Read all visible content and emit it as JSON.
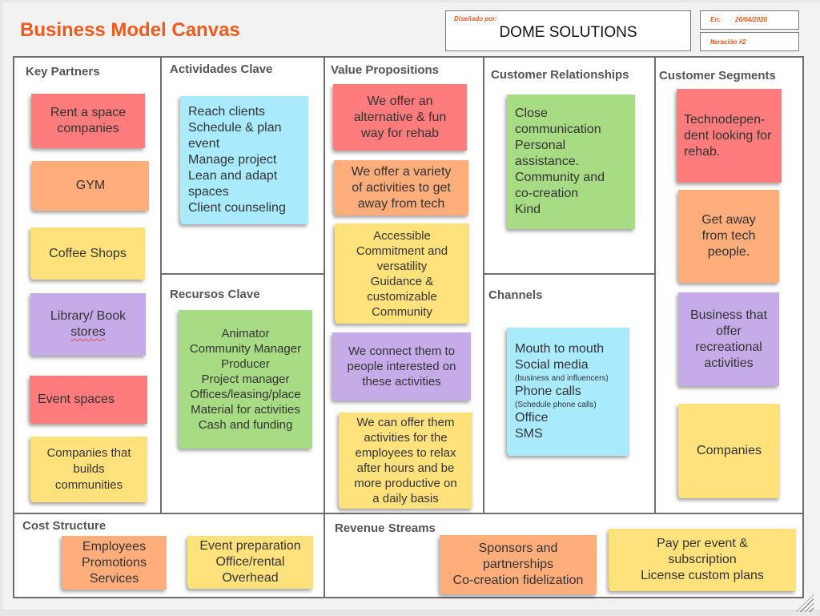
{
  "header": {
    "title": "Business Model Canvas",
    "designed_by_label": "Diseñado por:",
    "designed_by_value": "DOME SOLUTIONS",
    "date_label": "En:",
    "date_value": "26/04/2020",
    "iteration_label": "Iteración #2"
  },
  "colors": {
    "title_accent": "#f05a1e",
    "red_note": "#ff7b7c",
    "orange_note": "#ffae7b",
    "yellow_note": "#ffe27c",
    "purple_note": "#c5abe8",
    "blue_note": "#a9ebfd",
    "green_note": "#a8dc84"
  },
  "sections": {
    "key_partners": {
      "title": "Key Partners",
      "notes": [
        {
          "color": "red",
          "lines": [
            "Rent a space",
            "companies"
          ]
        },
        {
          "color": "orange",
          "lines": [
            "GYM"
          ]
        },
        {
          "color": "yellow",
          "lines": [
            "Coffee Shops"
          ]
        },
        {
          "color": "purple",
          "lines": [
            "Library/ Book",
            "stores"
          ]
        },
        {
          "color": "red",
          "lines": [
            "Event spaces"
          ]
        },
        {
          "color": "yellow",
          "lines": [
            "Companies that",
            "builds",
            "communities"
          ]
        }
      ]
    },
    "key_activities": {
      "title": "Actividades Clave",
      "notes": [
        {
          "color": "blue",
          "lines": [
            "Reach clients",
            "Schedule & plan",
            "event",
            "Manage project",
            "Lean and adapt",
            "spaces",
            "Client counseling"
          ]
        }
      ]
    },
    "key_resources": {
      "title": "Recursos Clave",
      "notes": [
        {
          "color": "green",
          "lines": [
            "Animator",
            "Community Manager",
            "Producer",
            "Project manager",
            "Offices/leasing/place",
            "Material for activities",
            "Cash and funding"
          ]
        }
      ]
    },
    "value_propositions": {
      "title": "Value Propositions",
      "notes": [
        {
          "color": "red",
          "lines": [
            "We offer an",
            "alternative & fun",
            "way for rehab"
          ]
        },
        {
          "color": "orange",
          "lines": [
            "We offer a variety",
            "of activities to get",
            "away from tech"
          ]
        },
        {
          "color": "yellow",
          "lines": [
            "Accessible",
            "Commitment and",
            "versatility",
            "Guidance &",
            "customizable",
            "Community"
          ]
        },
        {
          "color": "purple",
          "lines": [
            "We connect them to",
            "people interested on",
            "these activities"
          ]
        },
        {
          "color": "yellow",
          "lines": [
            "We can offer them",
            "activities for the",
            "employees to relax",
            "after hours and be",
            "more productive on",
            "a daily basis"
          ]
        }
      ]
    },
    "customer_relationships": {
      "title": "Customer Relationships",
      "notes": [
        {
          "color": "green",
          "lines": [
            "Close",
            "communication",
            "Personal",
            "assistance.",
            "Community and",
            "co-creation",
            "Kind"
          ]
        }
      ]
    },
    "channels": {
      "title": "Channels",
      "notes": [
        {
          "color": "blue",
          "lines": [
            "Mouth to mouth",
            "Social media",
            "(business and influencers)",
            "Phone calls",
            "(Schedule phone calls)",
            "Office",
            "SMS"
          ]
        }
      ]
    },
    "customer_segments": {
      "title": "Customer Segments",
      "notes": [
        {
          "color": "red",
          "lines": [
            "Technodepen-",
            "dent looking for",
            "rehab."
          ]
        },
        {
          "color": "orange",
          "lines": [
            "Get away",
            "from tech",
            "people."
          ]
        },
        {
          "color": "purple",
          "lines": [
            "Business that",
            "offer",
            "recreational",
            "activities"
          ]
        },
        {
          "color": "yellow",
          "lines": [
            "Companies"
          ]
        }
      ]
    },
    "cost_structure": {
      "title": "Cost Structure",
      "notes": [
        {
          "color": "orange",
          "lines": [
            "Employees",
            "Promotions",
            "Services"
          ]
        },
        {
          "color": "yellow",
          "lines": [
            "Event preparation",
            "Office/rental",
            "Overhead"
          ]
        }
      ]
    },
    "revenue_streams": {
      "title": "Revenue Streams",
      "notes": [
        {
          "color": "orange",
          "lines": [
            "Sponsors and",
            "partnerships",
            "Co-creation fidelization"
          ]
        },
        {
          "color": "yellow",
          "lines": [
            "Pay per event &",
            "subscription",
            "License custom plans"
          ]
        }
      ]
    }
  }
}
